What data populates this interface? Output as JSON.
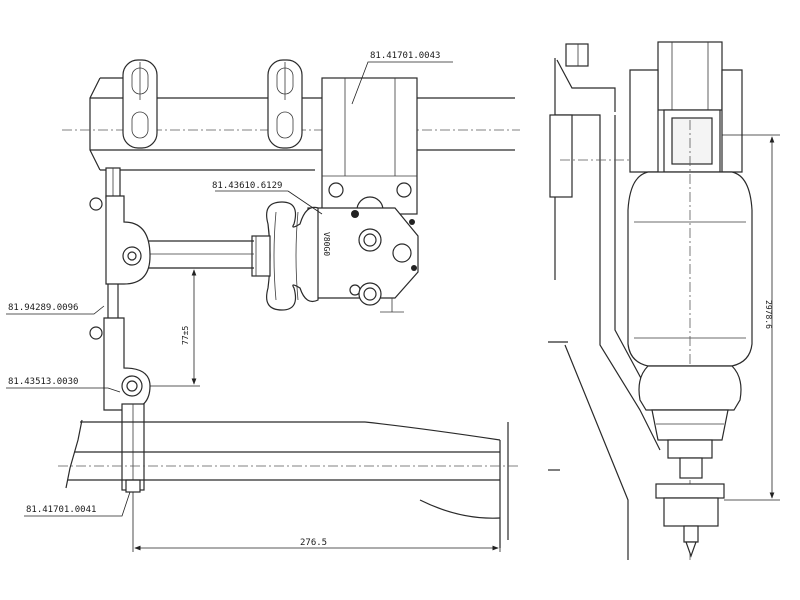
{
  "drawing": {
    "part_numbers": {
      "valve_body": "81.41701.0043",
      "valve_arm": "81.43610.6129",
      "rod": "81.94289.0096",
      "lower_link": "81.43513.0030",
      "bracket": "81.41701.0041"
    },
    "stamp": "V80G0",
    "dimensions": {
      "vertical_offset": "77±5",
      "horizontal_length": "276.5",
      "height": "2978.6"
    }
  }
}
